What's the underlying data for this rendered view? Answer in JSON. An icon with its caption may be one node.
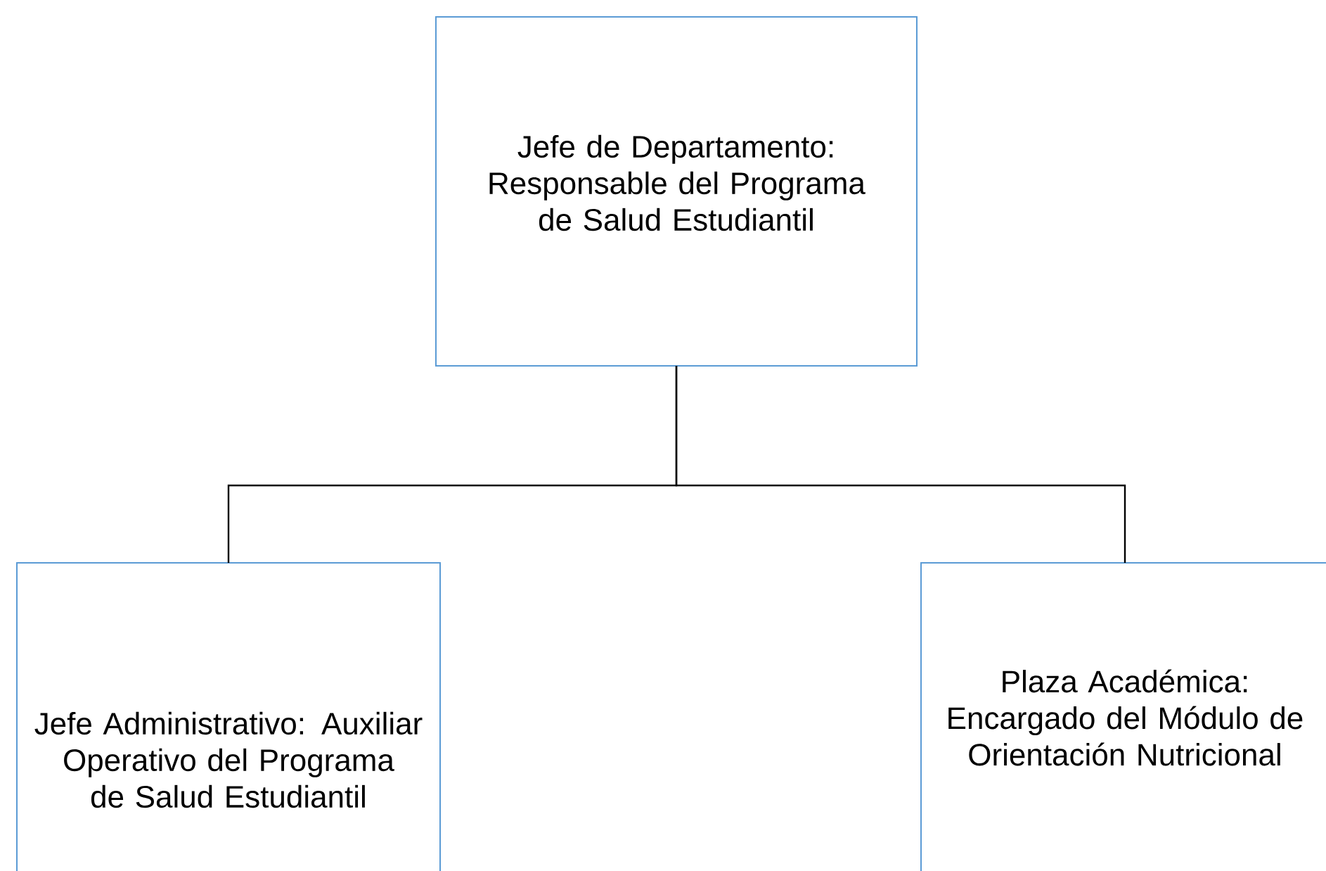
{
  "diagram": {
    "nodes": [
      {
        "text": [
          "Jefe de Departamento: Responsable del Programa de Salud Estudiantil"
        ]
      },
      {
        "text": [
          "Jefe Administrativo: Auxiliar Operativo del Programa de Salud Estudiantil"
        ]
      },
      {
        "text": [
          "Plaza Académica: Encargado del Módulo de Orientación Nutricional"
        ]
      }
    ],
    "edges": [
      {
        "from": 0,
        "to": 1,
        "arrow": "none"
      },
      {
        "from": 0,
        "to": 2,
        "arrow": "none"
      }
    ]
  }
}
